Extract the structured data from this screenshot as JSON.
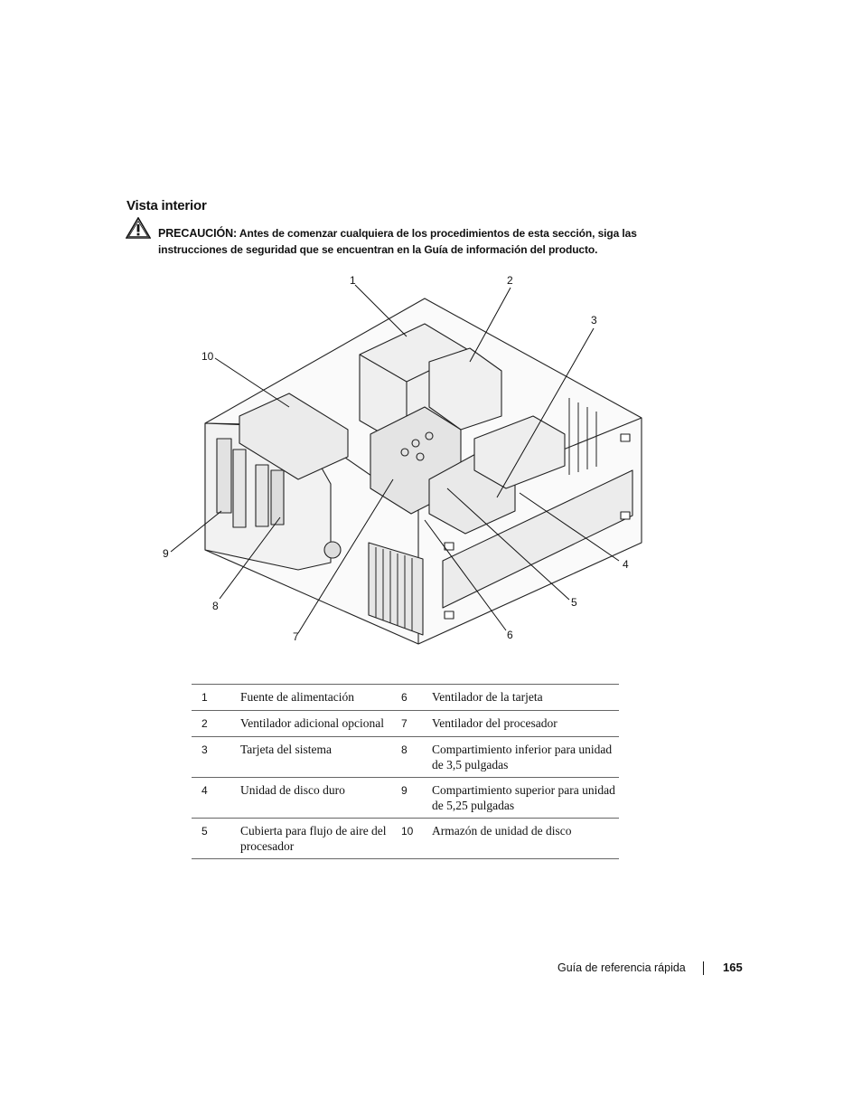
{
  "section": {
    "title": "Vista interior"
  },
  "caution": {
    "icon": "warning-triangle-icon",
    "label": "PRECAUCIÓN:",
    "text": " Antes de comenzar cualquiera de los procedimientos de esta sección, siga las instrucciones de seguridad que se encuentran en la Guía de información del producto."
  },
  "figure": {
    "callouts": [
      "1",
      "2",
      "3",
      "4",
      "5",
      "6",
      "7",
      "8",
      "9",
      "10"
    ]
  },
  "parts_table": {
    "rows": [
      {
        "n1": "1",
        "l1": "Fuente de alimentación",
        "n2": "6",
        "l2": "Ventilador de la tarjeta"
      },
      {
        "n1": "2",
        "l1": "Ventilador adicional opcional",
        "n2": "7",
        "l2": "Ventilador del procesador"
      },
      {
        "n1": "3",
        "l1": "Tarjeta del sistema",
        "n2": "8",
        "l2": "Compartimiento inferior para unidad de 3,5 pulgadas"
      },
      {
        "n1": "4",
        "l1": "Unidad de disco duro",
        "n2": "9",
        "l2": "Compartimiento superior para unidad de 5,25 pulgadas"
      },
      {
        "n1": "5",
        "l1": "Cubierta para flujo de aire del procesador",
        "n2": "10",
        "l2": "Armazón de unidad de disco"
      }
    ]
  },
  "footer": {
    "text": "Guía de referencia rápida",
    "page": "165"
  }
}
